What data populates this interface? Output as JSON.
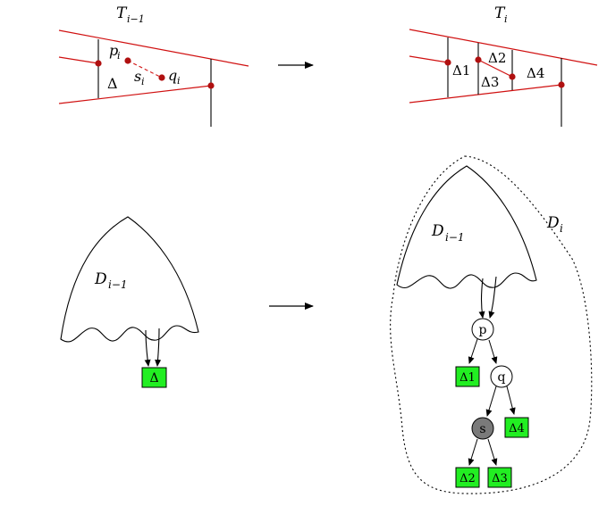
{
  "colors": {
    "segment_line": "#d01010",
    "point": "#b01010",
    "leaf_fill": "#22ee22",
    "highlight_node": "#7a7a7a",
    "ink": "#000000"
  },
  "top_left": {
    "title": "T",
    "title_sub": "i−1",
    "label_p": "p",
    "label_p_sub": "i",
    "label_s": "s",
    "label_s_sub": "i",
    "label_q": "q",
    "label_q_sub": "i",
    "label_delta": "Δ"
  },
  "top_right": {
    "title": "T",
    "title_sub": "i",
    "label_d1": "Δ1",
    "label_d2": "Δ2",
    "label_d3": "Δ3",
    "label_d4": "Δ4"
  },
  "bottom_left": {
    "dag_label": "D",
    "dag_label_sub": "i−1",
    "leaf_label": "Δ"
  },
  "bottom_right": {
    "dag_label": "D",
    "dag_label_sub": "i−1",
    "outer_label": "D",
    "outer_label_sub": "i",
    "node_p": "p",
    "node_q": "q",
    "node_s": "s",
    "leaf_d1": "Δ1",
    "leaf_d2": "Δ2",
    "leaf_d3": "Δ3",
    "leaf_d4": "Δ4"
  },
  "icons": {
    "transition_arrow": "right-arrow-icon"
  }
}
